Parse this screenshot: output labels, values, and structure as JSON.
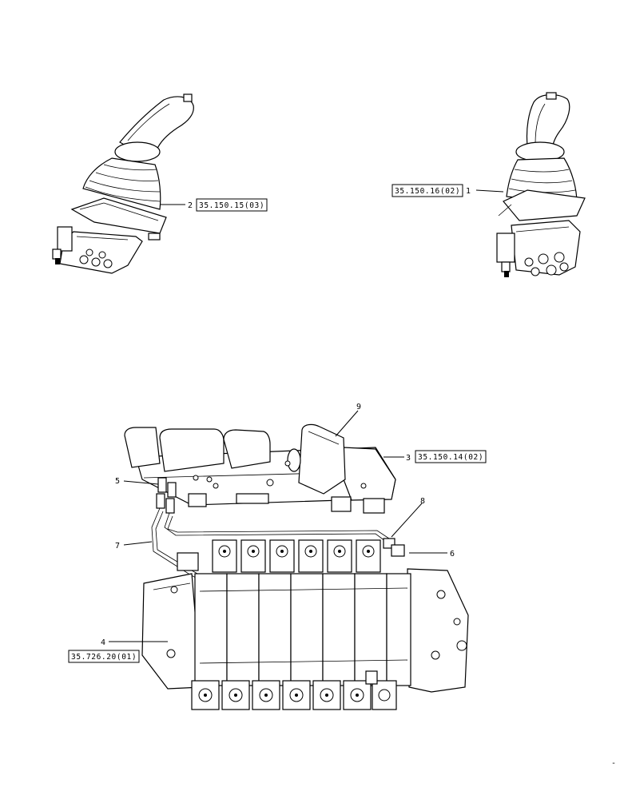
{
  "callouts": [
    {
      "id": "c1",
      "number": "1",
      "ref": "35.150.16(02)"
    },
    {
      "id": "c2",
      "number": "2",
      "ref": "35.150.15(03)"
    },
    {
      "id": "c3",
      "number": "3",
      "ref": "35.150.14(02)"
    },
    {
      "id": "c4",
      "number": "4",
      "ref": "35.726.20(01)"
    },
    {
      "id": "c5",
      "number": "5",
      "ref": ""
    },
    {
      "id": "c6",
      "number": "6",
      "ref": ""
    },
    {
      "id": "c7",
      "number": "7",
      "ref": ""
    },
    {
      "id": "c8",
      "number": "8",
      "ref": ""
    },
    {
      "id": "c9",
      "number": "9",
      "ref": ""
    }
  ],
  "corner_mark": "-"
}
